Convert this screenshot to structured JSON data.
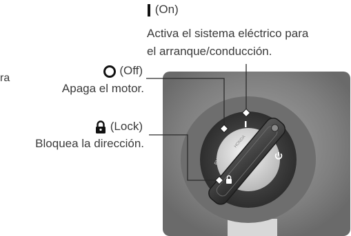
{
  "stray_text": "ra",
  "on": {
    "label": "(On)",
    "description_line1": "Activa el sistema eléctrico para",
    "description_line2": "el arranque/conducción."
  },
  "off": {
    "label": "(Off)",
    "description": "Apaga el motor."
  },
  "lock": {
    "label": "(Lock)",
    "description": "Bloquea la dirección."
  },
  "key_engraving": "HONDA",
  "icons": {
    "on": "bar-on-icon",
    "off": "circle-off-icon",
    "lock": "padlock-icon",
    "power": "power-icon"
  },
  "colors": {
    "text": "#3a3a3a",
    "photo_bg": "#8e8e8e",
    "key": "#3d3d3d"
  }
}
